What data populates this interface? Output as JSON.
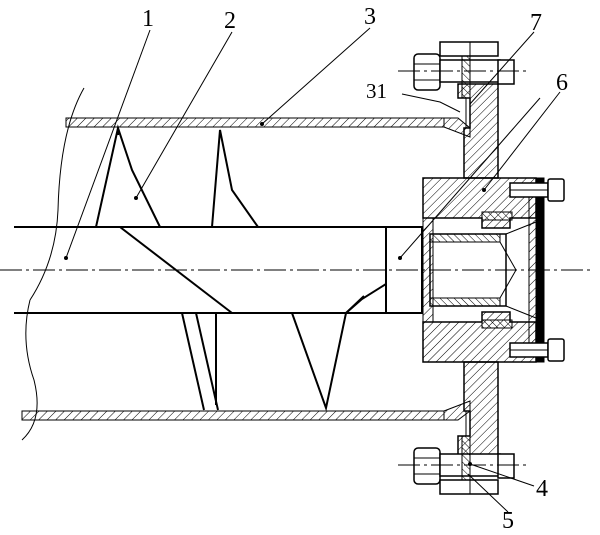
{
  "labels": {
    "shaft": "1",
    "blade": "2",
    "tube": "3",
    "tube_flange": "31",
    "bolt": "4",
    "nut": "5",
    "bearing_seat": "6",
    "gasket": "7"
  },
  "colors": {
    "line": "#000000",
    "background": "#ffffff"
  }
}
